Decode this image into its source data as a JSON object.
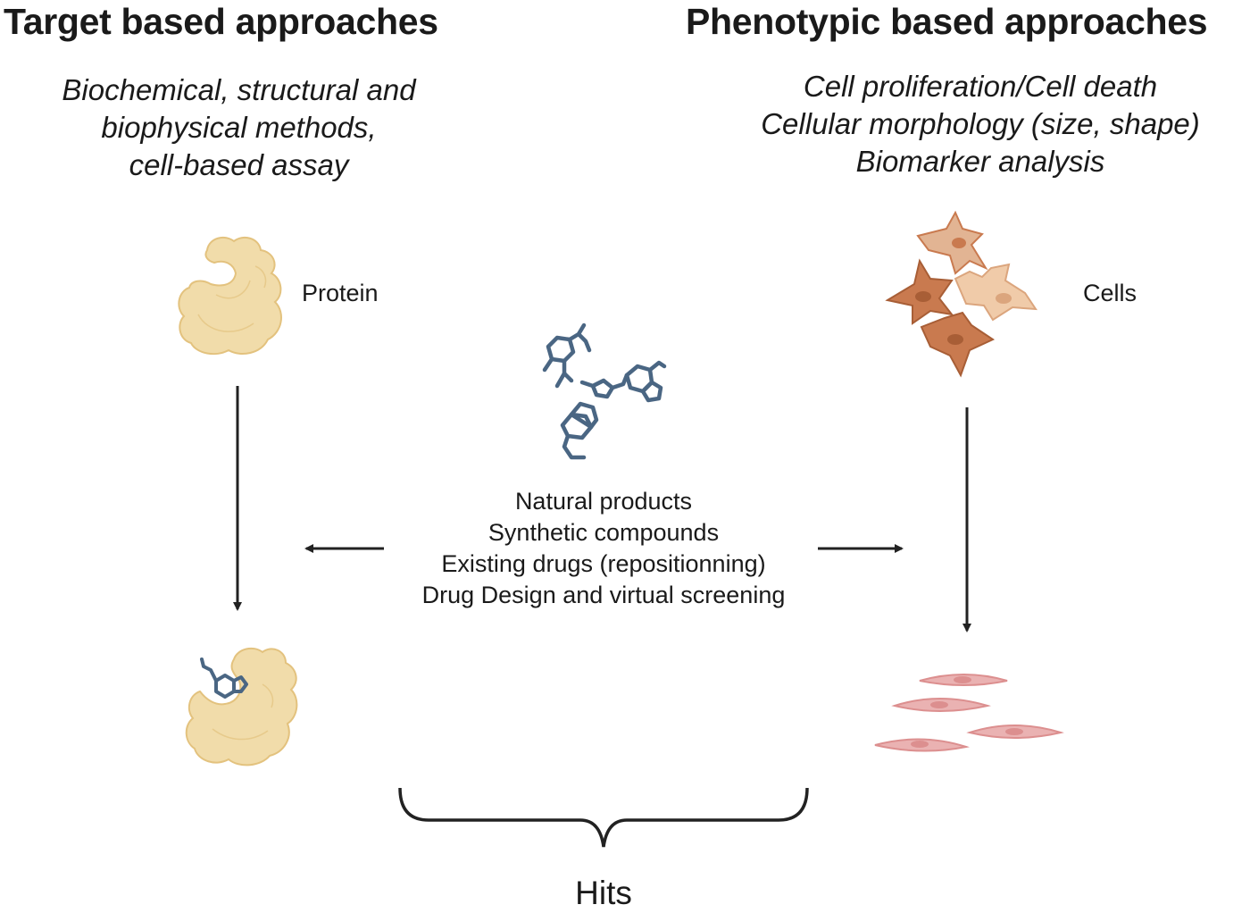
{
  "target": {
    "title": "Target based approaches",
    "methods": [
      "Biochemical, structural and",
      "biophysical methods,",
      "cell-based assay"
    ],
    "item_label": "Protein"
  },
  "phenotypic": {
    "title": "Phenotypic based approaches",
    "methods": [
      "Cell proliferation/Cell death",
      "Cellular morphology (size, shape)",
      "Biomarker analysis"
    ],
    "item_label": "Cells"
  },
  "compounds": {
    "sources": [
      "Natural products",
      "Synthetic compounds",
      "Existing drugs (repositionning)",
      "Drug Design and virtual screening"
    ]
  },
  "result": {
    "label": "Hits"
  },
  "colors": {
    "protein": "#f1dcaa",
    "protein_stroke": "#e3c27e",
    "molecule": "#4a6683",
    "cell_dark": "#c97a4f",
    "cell_light": "#e2b493",
    "cell_flat": "#e8a3a3",
    "arrow": "#222222"
  }
}
